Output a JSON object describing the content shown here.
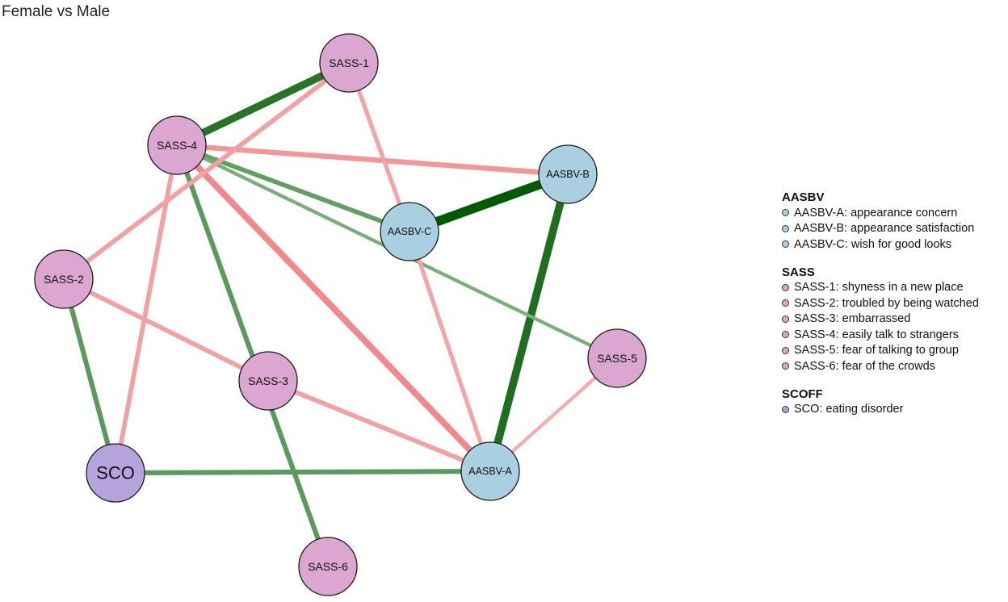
{
  "title": "Female vs Male",
  "colors": {
    "AASBV": "#a9cfe0",
    "SASS": "#dba6cf",
    "SCOFF": "#b4a3dc",
    "positive_edge": "#2e7d32",
    "negative_edge": "#f08080"
  },
  "nodes": [
    {
      "id": "SASS-1",
      "label": "SASS-1",
      "group": "SASS"
    },
    {
      "id": "SASS-4",
      "label": "SASS-4",
      "group": "SASS"
    },
    {
      "id": "AASBV-B",
      "label": "AASBV-B",
      "group": "AASBV"
    },
    {
      "id": "AASBV-C",
      "label": "AASBV-C",
      "group": "AASBV"
    },
    {
      "id": "SASS-2",
      "label": "SASS-2",
      "group": "SASS"
    },
    {
      "id": "SASS-5",
      "label": "SASS-5",
      "group": "SASS"
    },
    {
      "id": "SASS-3",
      "label": "SASS-3",
      "group": "SASS"
    },
    {
      "id": "SCO",
      "label": "SCO",
      "group": "SCOFF"
    },
    {
      "id": "AASBV-A",
      "label": "AASBV-A",
      "group": "AASBV"
    },
    {
      "id": "SASS-6",
      "label": "SASS-6",
      "group": "SASS"
    }
  ],
  "edges": [
    {
      "from": "SASS-4",
      "to": "SASS-1",
      "sign": "positive",
      "strength": 0.75
    },
    {
      "from": "AASBV-C",
      "to": "AASBV-B",
      "sign": "positive",
      "strength": 1.0
    },
    {
      "from": "AASBV-B",
      "to": "AASBV-A",
      "sign": "positive",
      "strength": 0.8
    },
    {
      "from": "SASS-4",
      "to": "AASBV-B",
      "sign": "negative",
      "strength": 0.45
    },
    {
      "from": "SASS-4",
      "to": "AASBV-A",
      "sign": "negative",
      "strength": 0.6
    },
    {
      "from": "SASS-4",
      "to": "SCO",
      "sign": "negative",
      "strength": 0.35
    },
    {
      "from": "SASS-4",
      "to": "SASS-6",
      "sign": "positive",
      "strength": 0.4
    },
    {
      "from": "SASS-4",
      "to": "AASBV-C",
      "sign": "positive",
      "strength": 0.35
    },
    {
      "from": "SASS-4",
      "to": "SASS-5",
      "sign": "positive",
      "strength": 0.2
    },
    {
      "from": "SASS-1",
      "to": "SASS-2",
      "sign": "negative",
      "strength": 0.35
    },
    {
      "from": "SASS-1",
      "to": "AASBV-C",
      "sign": "negative",
      "strength": 0.3
    },
    {
      "from": "AASBV-C",
      "to": "AASBV-A",
      "sign": "negative",
      "strength": 0.3
    },
    {
      "from": "SASS-2",
      "to": "SASS-3",
      "sign": "negative",
      "strength": 0.35
    },
    {
      "from": "SASS-2",
      "to": "SCO",
      "sign": "positive",
      "strength": 0.4
    },
    {
      "from": "SASS-3",
      "to": "AASBV-A",
      "sign": "negative",
      "strength": 0.35
    },
    {
      "from": "SCO",
      "to": "AASBV-A",
      "sign": "positive",
      "strength": 0.4
    },
    {
      "from": "SASS-5",
      "to": "AASBV-A",
      "sign": "negative",
      "strength": 0.2
    }
  ],
  "legend": [
    {
      "title": "AASBV",
      "group": "AASBV",
      "items": [
        "AASBV-A: appearance concern",
        "AASBV-B: appearance satisfaction",
        "AASBV-C: wish for good looks"
      ]
    },
    {
      "title": "SASS",
      "group": "SASS",
      "items": [
        "SASS-1: shyness in a new place",
        "SASS-2: troubled by being watched",
        "SASS-3: embarrassed",
        "SASS-4: easily talk to strangers",
        "SASS-5: fear of talking to group",
        "SASS-6: fear of the crowds"
      ]
    },
    {
      "title": "SCOFF",
      "group": "SCOFF",
      "items": [
        "SCO: eating disorder"
      ]
    }
  ]
}
